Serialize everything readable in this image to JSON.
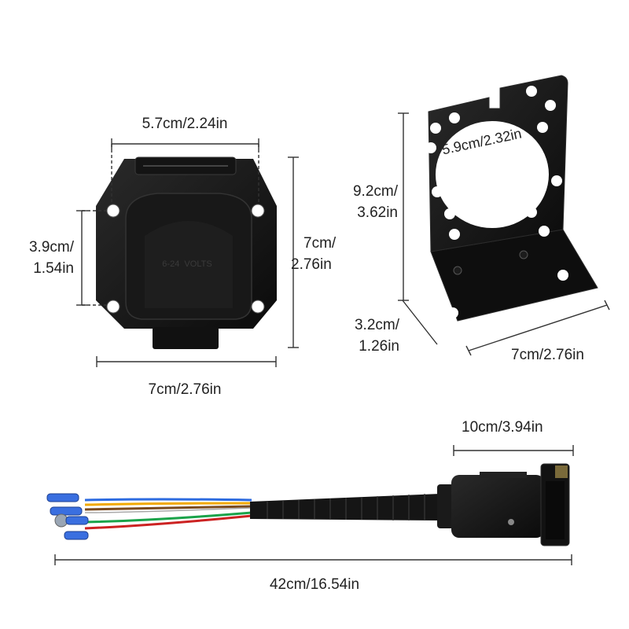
{
  "socket": {
    "top_width": "5.7cm/2.24in",
    "hole_spacing": [
      "3.9cm/",
      "1.54in"
    ],
    "height": [
      "7cm/",
      "2.76in"
    ],
    "bottom_width": "7cm/2.76in",
    "cover_text": "6-24  VOLTS"
  },
  "bracket": {
    "height": [
      "9.2cm/",
      "3.62in"
    ],
    "hole_diameter": "5.9cm/2.32in",
    "depth": [
      "3.2cm/",
      "1.26in"
    ],
    "width": "7cm/2.76in"
  },
  "cable": {
    "plug_length": "10cm/3.94in",
    "total_length": "42cm/16.54in",
    "wire_colors": [
      "#f2a900",
      "#2d6be0",
      "#7a4a1e",
      "#ffffff",
      "#1aa34a",
      "#cc2222"
    ],
    "terminal_color": "#3a6fe0"
  }
}
